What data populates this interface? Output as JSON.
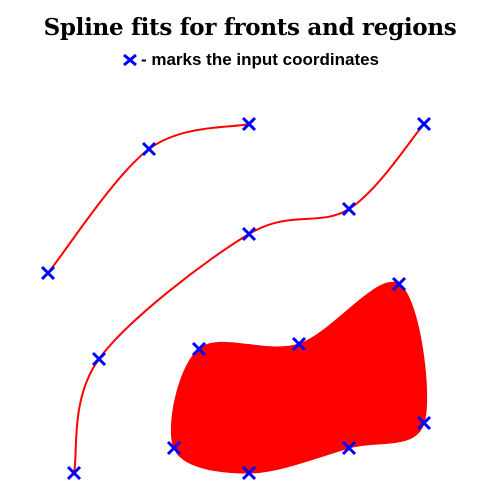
{
  "title": "Spline fits for fronts and regions",
  "legend": {
    "marker_icon": "x-marker-icon",
    "text": "- marks the input coordinates"
  },
  "colors": {
    "spline": "#ff0000",
    "marker": "#0000ff",
    "text": "#000000"
  },
  "chart_data": {
    "type": "diagram",
    "fronts": [
      {
        "name": "",
        "points": [
          [
            48,
            273
          ],
          [
            149,
            149
          ],
          [
            249,
            124
          ]
        ]
      },
      {
        "name": "",
        "points": [
          [
            74,
            473
          ],
          [
            99,
            359
          ],
          [
            249,
            234
          ],
          [
            349,
            209
          ],
          [
            424,
            124
          ]
        ]
      }
    ],
    "regions": [
      {
        "name": "",
        "points": [
          [
            199,
            349
          ],
          [
            299,
            344
          ],
          [
            399,
            284
          ],
          [
            424,
            423
          ],
          [
            349,
            448
          ],
          [
            249,
            473
          ],
          [
            174,
            448
          ]
        ]
      }
    ]
  }
}
